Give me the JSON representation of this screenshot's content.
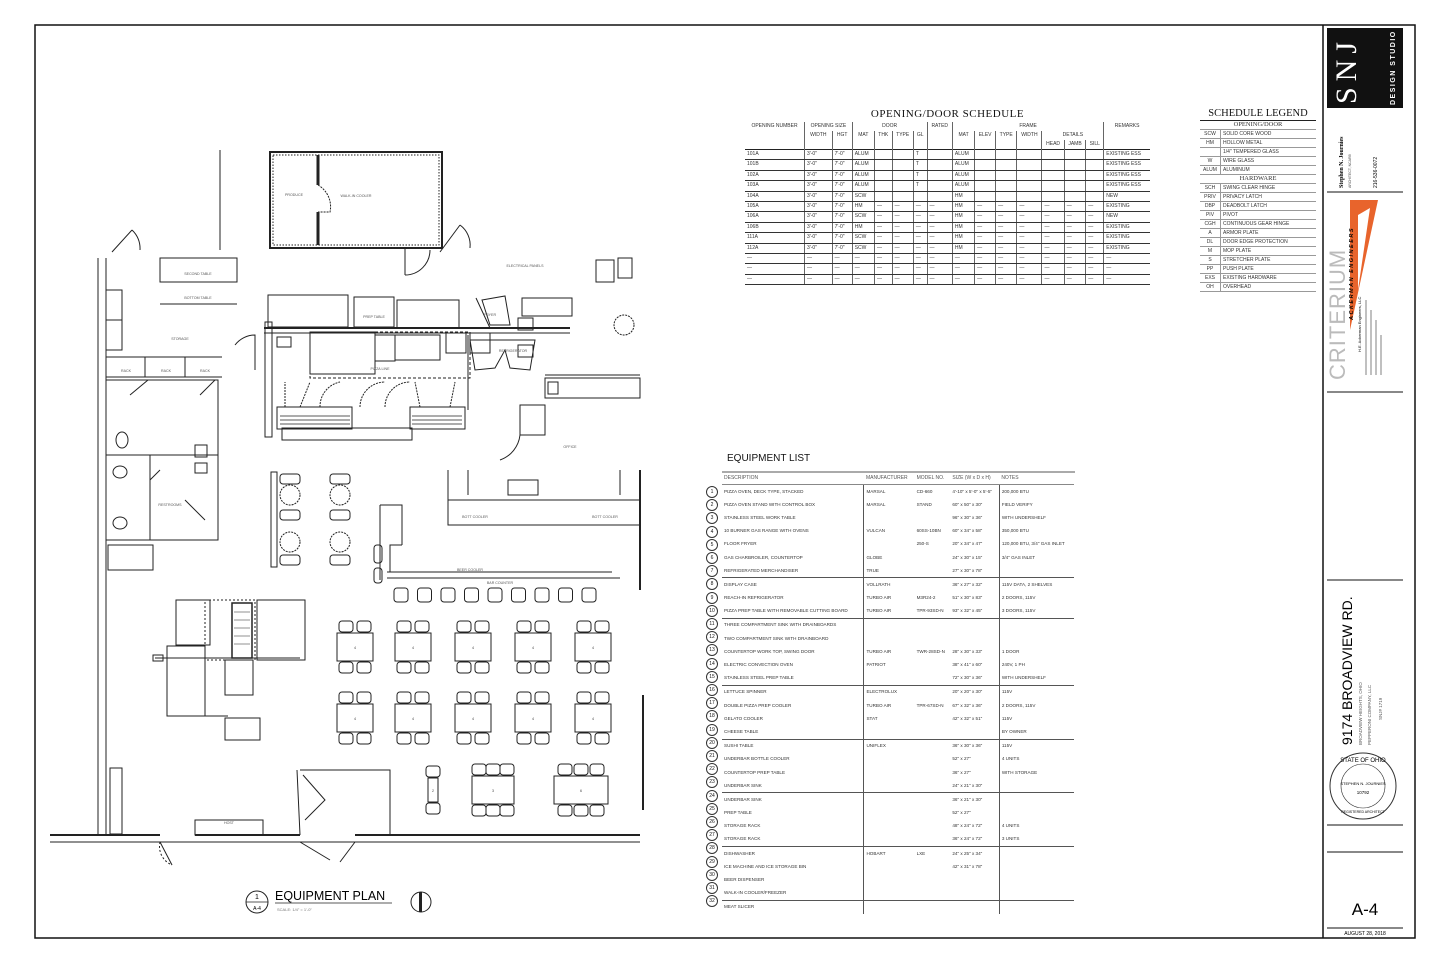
{
  "plan": {
    "title": "EQUIPMENT PLAN",
    "detail_number": "1",
    "sheet_ref": "A-4",
    "scale": "SCALE: 1/4\" = 1'-0\"",
    "labels": {
      "produce": "PRODUCE",
      "walkin": "WALK-IN COOLER",
      "electrical": "ELECTRICAL PANELS",
      "storage": "STORAGE",
      "second_table": "SECOND TABLE",
      "bottom_table": "BOTTOM TABLE",
      "restrooms": "RESTROOMS",
      "rack": "RACK",
      "prep_table": "PREP TABLE",
      "fryer": "FRYER",
      "refrigerator": "REFRIGERATOR",
      "office": "OFFICE",
      "beer_cooler": "BEER COOLER",
      "host": "HOST",
      "bar_counter": "BAR COUNTER",
      "bottle_cooler": "BOTT COOLER",
      "kitchen_line": "PIZZA LINE"
    },
    "table_seats": [
      "4",
      "4",
      "4",
      "4",
      "4",
      "4",
      "4",
      "4",
      "4",
      "4",
      "2",
      "3",
      "6"
    ]
  },
  "door_schedule": {
    "title": "OPENING/DOOR SCHEDULE",
    "groups": [
      "OPENING NUMBER",
      "OPENING SIZE",
      "DOOR",
      "RATED",
      "FRAME",
      "REMARKS"
    ],
    "columns": [
      "",
      "WIDTH",
      "HGT",
      "MAT",
      "THK",
      "TYPE",
      "GL",
      "",
      "MAT",
      "ELEV",
      "TYPE",
      "WIDTH",
      "HEAD",
      "JAMB",
      "SILL",
      ""
    ],
    "details_label": "DETAILS",
    "rows": [
      [
        "101A",
        "3'-0\"",
        "7'-0\"",
        "ALUM",
        "",
        "",
        "T",
        "",
        "ALUM",
        "",
        "",
        "",
        "",
        "",
        "",
        "EXISTING ESS"
      ],
      [
        "101B",
        "3'-0\"",
        "7'-0\"",
        "ALUM",
        "",
        "",
        "T",
        "",
        "ALUM",
        "",
        "",
        "",
        "",
        "",
        "",
        "EXISTING ESS"
      ],
      [
        "102A",
        "3'-0\"",
        "7'-0\"",
        "ALUM",
        "",
        "",
        "T",
        "",
        "ALUM",
        "",
        "",
        "",
        "",
        "",
        "",
        "EXISTING ESS"
      ],
      [
        "103A",
        "3'-0\"",
        "7'-0\"",
        "ALUM",
        "",
        "",
        "T",
        "",
        "ALUM",
        "",
        "",
        "",
        "",
        "",
        "",
        "EXISTING ESS"
      ],
      [
        "104A",
        "3'-0\"",
        "7'-0\"",
        "SCW",
        "",
        "",
        "",
        "",
        "HM",
        "",
        "",
        "",
        "",
        "",
        "",
        "NEW"
      ],
      [
        "105A",
        "3'-0\"",
        "7'-0\"",
        "HM",
        "—",
        "—",
        "—",
        "—",
        "HM",
        "—",
        "—",
        "—",
        "—",
        "—",
        "—",
        "EXISTING"
      ],
      [
        "106A",
        "3'-0\"",
        "7'-0\"",
        "SCW",
        "—",
        "—",
        "—",
        "—",
        "HM",
        "—",
        "—",
        "—",
        "—",
        "—",
        "—",
        "NEW"
      ],
      [
        "106B",
        "3'-0\"",
        "7'-0\"",
        "HM",
        "—",
        "—",
        "—",
        "—",
        "HM",
        "—",
        "—",
        "—",
        "—",
        "—",
        "—",
        "EXISTING"
      ],
      [
        "111A",
        "3'-0\"",
        "7'-0\"",
        "SCW",
        "—",
        "—",
        "—",
        "—",
        "HM",
        "—",
        "—",
        "—",
        "—",
        "—",
        "—",
        "EXISTING"
      ],
      [
        "112A",
        "3'-0\"",
        "7'-0\"",
        "SCW",
        "—",
        "—",
        "—",
        "—",
        "HM",
        "—",
        "—",
        "—",
        "—",
        "—",
        "—",
        "EXISTING"
      ],
      [
        "—",
        "—",
        "—",
        "—",
        "—",
        "—",
        "—",
        "—",
        "—",
        "—",
        "—",
        "—",
        "—",
        "—",
        "—",
        "—"
      ],
      [
        "—",
        "—",
        "—",
        "—",
        "—",
        "—",
        "—",
        "—",
        "—",
        "—",
        "—",
        "—",
        "—",
        "—",
        "—",
        "—"
      ],
      [
        "—",
        "—",
        "—",
        "—",
        "—",
        "—",
        "—",
        "—",
        "—",
        "—",
        "—",
        "—",
        "—",
        "—",
        "—",
        "—"
      ]
    ]
  },
  "legend": {
    "title": "SCHEDULE LEGEND",
    "rows": [
      {
        "head": "OPENING/DOOR"
      },
      {
        "code": "SCW",
        "desc": "SOLID CORE WOOD"
      },
      {
        "code": "HM",
        "desc": "HOLLOW METAL"
      },
      {
        "code": "",
        "desc": "1/4\" TEMPERED GLASS"
      },
      {
        "code": "W",
        "desc": "WIRE GLASS"
      },
      {
        "code": "ALUM",
        "desc": "ALUMINUM"
      },
      {
        "head": "HARDWARE"
      },
      {
        "code": "SCH",
        "desc": "SWING CLEAR HINGE"
      },
      {
        "code": "PRIV",
        "desc": "PRIVACY LATCH"
      },
      {
        "code": "DBP",
        "desc": "DEADBOLT LATCH"
      },
      {
        "code": "PIV",
        "desc": "PIVOT"
      },
      {
        "code": "CGH",
        "desc": "CONTINUOUS GEAR HINGE"
      },
      {
        "code": "A",
        "desc": "ARMOR PLATE"
      },
      {
        "code": "DL",
        "desc": "DOOR EDGE PROTECTION"
      },
      {
        "code": "M",
        "desc": "MOP PLATE"
      },
      {
        "code": "S",
        "desc": "STRETCHER PLATE"
      },
      {
        "code": "PP",
        "desc": "PUSH PLATE"
      },
      {
        "code": "EXS",
        "desc": "EXISTING HARDWARE"
      },
      {
        "code": "OH",
        "desc": "OVERHEAD"
      }
    ]
  },
  "equipment_list": {
    "title": "EQUIPMENT LIST",
    "columns": [
      "DESCRIPTION",
      "MANUFACTURER",
      "MODEL NO.",
      "SIZE (W x D x H)",
      "NOTES"
    ],
    "rows": [
      [
        "PIZZA OVEN, DECK TYPE, STACKED",
        "MARSAL",
        "CD-660",
        "4'-10\" x 5'-0\" x 5'-5\"",
        "200,000 BTU"
      ],
      [
        "PIZZA OVEN STAND WITH CONTROL BOX",
        "MARSAL",
        "STAND",
        "60\" x 50\" x 30\"",
        "FIELD VERIFY"
      ],
      [
        "STAINLESS STEEL WORK TABLE",
        "",
        "",
        "96\" x 30\" x 36\"",
        "WITH UNDERSHELF"
      ],
      [
        "10 BURNER GAS RANGE WITH OVENS",
        "VULCAN",
        "60SS-10BN",
        "60\" x 34\" x 58\"",
        "350,000 BTU"
      ],
      [
        "FLOOR FRYER",
        "",
        "250-S",
        "20\" x 34\" x 47\"",
        "120,000 BTU, 3/4\" GAS INLET"
      ],
      [
        "GAS CHARBROILER, COUNTERTOP",
        "GLOBE",
        "",
        "24\" x 30\" x 15\"",
        "3/4\" GAS INLET"
      ],
      [
        "REFRIGERATED MERCHANDISER",
        "TRUE",
        "",
        "27\" x 30\" x 78\"",
        ""
      ],
      [
        "DISPLAY CASE",
        "VOLLRATH",
        "",
        "36\" x 27\" x 32\"",
        "115V DATA, 2 SHELVES"
      ],
      [
        "REACH-IN REFRIGERATOR",
        "TURBO AIR",
        "M3R24-2",
        "51\" x 30\" x 83\"",
        "2 DOORS, 115V"
      ],
      [
        "PIZZA PREP TABLE WITH REMOVABLE CUTTING BOARD",
        "TURBO AIR",
        "TPR-93SD-N",
        "93\" x 32\" x 45\"",
        "3 DOORS, 115V"
      ],
      [
        "THREE COMPARTMENT SINK WITH DRAINBOARDS",
        "",
        "",
        "",
        ""
      ],
      [
        "TWO COMPARTMENT SINK WITH DRAINBOARD",
        "",
        "",
        "",
        ""
      ],
      [
        "COUNTERTOP WORK TOP, SWING DOOR",
        "TURBO AIR",
        "TWR-28SD-N",
        "28\" x 30\" x 33\"",
        "1 DOOR"
      ],
      [
        "ELECTRIC CONVECTION OVEN",
        "PATRIOT",
        "",
        "38\" x 41\" x 60\"",
        "240V, 1 PH"
      ],
      [
        "STAINLESS STEEL PREP TABLE",
        "",
        "",
        "72\" x 30\" x 36\"",
        "WITH UNDERSHELF"
      ],
      [
        "LETTUCE SPINNER",
        "ELECTROLUX",
        "",
        "20\" x 20\" x 30\"",
        "115V"
      ],
      [
        "DOUBLE PIZZA PREP COOLER",
        "TURBO AIR",
        "TPR-67SD-N",
        "67\" x 32\" x 36\"",
        "2 DOORS, 115V"
      ],
      [
        "GELATO COOLER",
        "STAT",
        "",
        "42\" x 32\" x 51\"",
        "115V"
      ],
      [
        "CHEESE TABLE",
        "",
        "",
        "",
        "BY OWNER"
      ],
      [
        "SUSHI TABLE",
        "UNIFLEX",
        "",
        "36\" x 30\" x 36\"",
        "115V"
      ],
      [
        "UNDERBAR BOTTLE COOLER",
        "",
        "",
        "52\" x 27\"",
        "4 UNITS"
      ],
      [
        "COUNTERTOP PREP TABLE",
        "",
        "",
        "36\" x 27\"",
        "WITH STORAGE"
      ],
      [
        "UNDERBAR SINK",
        "",
        "",
        "24\" x 21\" x 30\"",
        ""
      ],
      [
        "UNDERBAR SINK",
        "",
        "",
        "36\" x 21\" x 30\"",
        ""
      ],
      [
        "PREP TABLE",
        "",
        "",
        "52\" x 27\"",
        ""
      ],
      [
        "STORAGE RACK",
        "",
        "",
        "48\" x 24\" x 72\"",
        "4 UNITS"
      ],
      [
        "STORAGE RACK",
        "",
        "",
        "36\" x 24\" x 72\"",
        "3 UNITS"
      ],
      [
        "DISHWASHER",
        "HOBART",
        "LXE",
        "24\" x 25\" x 34\"",
        ""
      ],
      [
        "ICE MACHINE AND ICE STORAGE BIN",
        "",
        "",
        "42\" x 31\" x 78\"",
        ""
      ],
      [
        "BEER DISPENSER",
        "",
        "",
        "",
        ""
      ],
      [
        "WALK-IN COOLER/FREEZER",
        "",
        "",
        "",
        ""
      ],
      [
        "MEAT SLICER",
        "",
        "",
        "",
        ""
      ]
    ]
  },
  "title_block": {
    "firm_logo": "SNJ",
    "firm_sub": "DESIGN STUDIO",
    "architect": "Stephen N. Journies",
    "architect_title": "ARCHITECT, NCARB",
    "phone": "216-536-0072",
    "engineer_logo": "CRITERIUM",
    "engineer_sub": "ACKERMAN ENGINEERS",
    "engineer_name": "H.E. Ackerman Engineers, LLC",
    "project_address": "9174 BROADVIEW RD.",
    "project_city": "BROADVIEW HEIGHTS, OHIO",
    "client": "PEPPERONI COMPANY, LLC",
    "project_no": "SNJ# 1719",
    "seal_text": "STATE OF OHIO",
    "seal_name": "STEPHEN N. JOURNIES",
    "seal_no": "10792",
    "seal_bottom": "REGISTERED ARCHITECT",
    "sheet_number": "A-4",
    "date": "AUGUST 28, 2018",
    "accent_color": "#e8642c"
  }
}
